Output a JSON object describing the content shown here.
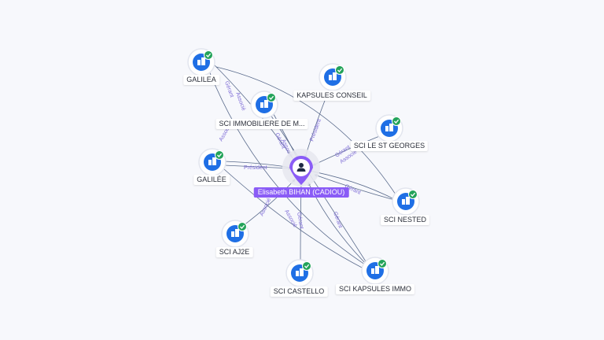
{
  "colors": {
    "background": "#f7f8fc",
    "node_blue": "#1f6fe5",
    "check_green": "#23a35a",
    "center_purple": "#8a5cf6",
    "edge": "#5a6b8c",
    "edge_label": "#7d6bd6"
  },
  "center": {
    "label": "Elisabeth BIHAN (CADIOU)",
    "icon": "person-icon"
  },
  "nodes": [
    {
      "id": "galilea",
      "label": "GALILEA",
      "icon": "building-icon",
      "verified": true
    },
    {
      "id": "sci-immobiliere",
      "label": "SCI IMMOBILIERE DE M...",
      "icon": "building-icon",
      "verified": true
    },
    {
      "id": "kapsules-conseil",
      "label": "KAPSULES CONSEIL",
      "icon": "building-icon",
      "verified": true
    },
    {
      "id": "sci-le-st-georges",
      "label": "SCI LE ST GEORGES",
      "icon": "building-icon",
      "verified": true
    },
    {
      "id": "galilee",
      "label": "GALILÉE",
      "icon": "building-icon",
      "verified": true
    },
    {
      "id": "sci-nested",
      "label": "SCI NESTED",
      "icon": "building-icon",
      "verified": true
    },
    {
      "id": "sci-aj2e",
      "label": "SCI AJ2E",
      "icon": "building-icon",
      "verified": true
    },
    {
      "id": "sci-castello",
      "label": "SCI CASTELLO",
      "icon": "building-icon",
      "verified": true
    },
    {
      "id": "sci-kapsules-immo",
      "label": "SCI KAPSULES IMMO",
      "icon": "building-icon",
      "verified": true
    }
  ],
  "edge_labels": [
    "Président",
    "Associé",
    "Gérant",
    "Associé",
    "Gérant",
    "Président",
    "Gérant",
    "Associé",
    "Gérant",
    "Associé",
    "Gérant",
    "Associé",
    "Gérant",
    "Associé"
  ]
}
